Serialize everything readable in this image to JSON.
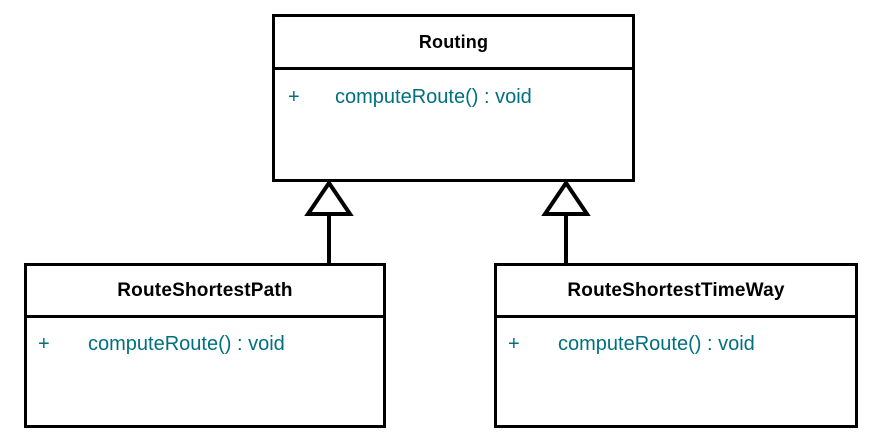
{
  "diagram": {
    "type": "uml-class-diagram",
    "notation": "UML",
    "background_color": "#ffffff",
    "border_color": "#000000",
    "title_text_color": "#000000",
    "member_text_color": "#00707f",
    "relationship_type": "generalization"
  },
  "classes": {
    "routing": {
      "name": "Routing",
      "members": [
        {
          "visibility": "+",
          "signature": "computeRoute() : void"
        }
      ]
    },
    "route_shortest_path": {
      "name": "RouteShortestPath",
      "members": [
        {
          "visibility": "+",
          "signature": "computeRoute() : void"
        }
      ]
    },
    "route_shortest_time_way": {
      "name": "RouteShortestTimeWay",
      "members": [
        {
          "visibility": "+",
          "signature": "computeRoute() : void"
        }
      ]
    }
  },
  "relationships": [
    {
      "name": "generalization-left",
      "from": "RouteShortestPath",
      "to": "Routing",
      "arrow": "hollow-triangle"
    },
    {
      "name": "generalization-right",
      "from": "RouteShortestTimeWay",
      "to": "Routing",
      "arrow": "hollow-triangle"
    }
  ]
}
